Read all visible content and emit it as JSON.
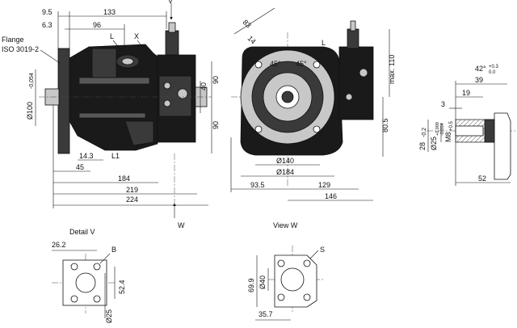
{
  "side_view": {
    "flange_label_1": "Flange",
    "flange_label_2": "ISO 3019-2",
    "dims_top": [
      "9.5",
      "133",
      "6.3",
      "96"
    ],
    "labels": {
      "L": "L",
      "X": "X",
      "L1": "L1",
      "V": "V",
      "W": "W"
    },
    "dim_d100": "Ø100",
    "dim_d100_tol": "-0,054",
    "dims_right": [
      "40",
      "90",
      "90"
    ],
    "dims_bottom": [
      "14.3",
      "45",
      "184",
      "219",
      "224"
    ]
  },
  "front_view": {
    "dims_top": [
      "83",
      "14"
    ],
    "angles": [
      "45°",
      "45°"
    ],
    "label_L": "L",
    "dims_right": [
      "max. 110",
      "80.5"
    ],
    "dims_bottom": [
      "Ø140",
      "Ø184",
      "93.5",
      "129",
      "146"
    ]
  },
  "shaft_detail": {
    "dim_angle": "42°",
    "dim_angle_tol_up": "+0.3",
    "dim_angle_tol_dn": "0.0",
    "dims": [
      "39",
      "19",
      "3",
      "52"
    ],
    "dim_28": "28",
    "dim_28_tol": "-0.2",
    "dim_d25": "Ø25",
    "dim_d25_tol_up": "+0.009",
    "dim_d25_tol_dn": "-0.004",
    "dim_thread": "M8",
    "dim_thread_tol": "+0.5"
  },
  "detail_v": {
    "title": "Detail V",
    "dims": [
      "26.2",
      "52.4",
      "Ø25"
    ],
    "label_B": "B"
  },
  "view_w": {
    "title": "View W",
    "dims": [
      "69.9",
      "Ø40",
      "35.7"
    ],
    "label_S": "S"
  }
}
